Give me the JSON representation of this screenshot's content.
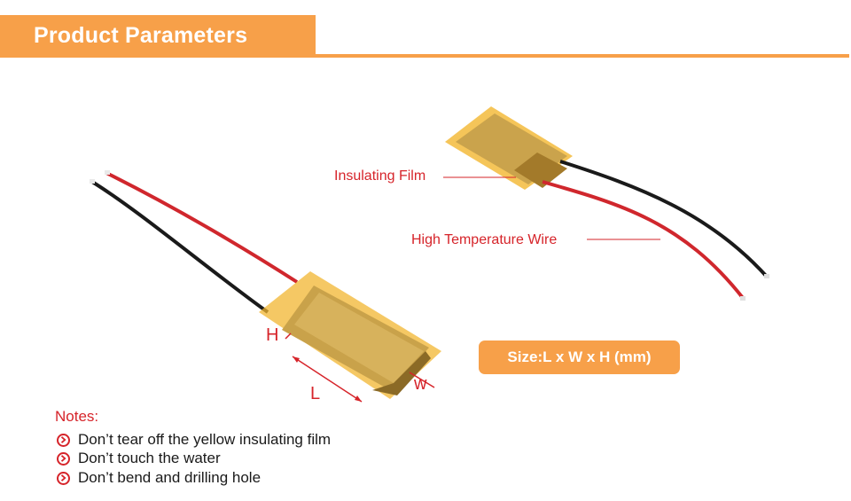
{
  "header": {
    "title": "Product Parameters"
  },
  "callouts": {
    "insulating_film": "Insulating Film",
    "high_temperature_wire": "High Temperature Wire"
  },
  "dimensions": {
    "h": "H",
    "l": "L",
    "w": "w"
  },
  "size_badge": "Size:L x W x H (mm)",
  "notes": {
    "title": "Notes:",
    "items": [
      "Don’t tear off the yellow insulating film",
      "Don’t touch the water",
      "Don’t bend and drilling hole"
    ]
  },
  "colors": {
    "accent": "#f7a049",
    "callout": "#d6242a"
  }
}
